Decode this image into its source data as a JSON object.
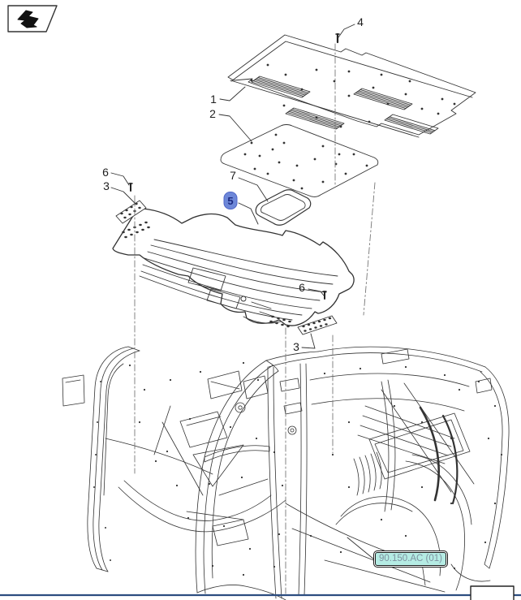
{
  "diagram": {
    "callouts": [
      {
        "ref": "4",
        "highlighted": false
      },
      {
        "ref": "1",
        "highlighted": false
      },
      {
        "ref": "2",
        "highlighted": false
      },
      {
        "ref": "6",
        "highlighted": false
      },
      {
        "ref": "3",
        "highlighted": false
      },
      {
        "ref": "7",
        "highlighted": false
      },
      {
        "ref": "5",
        "highlighted": true
      },
      {
        "ref": "6",
        "highlighted": false
      },
      {
        "ref": "3",
        "highlighted": false
      }
    ],
    "selected_callout": "5",
    "highlight_colors": {
      "background": "#6d87d8",
      "border": "#5066c8",
      "text": "#1c2a80"
    }
  },
  "reference_tag": {
    "label": "90.150.AC (01)",
    "background": "#b5ece4",
    "border_color": "#1a1a1a",
    "text_color": "#7e92a0"
  },
  "icons": {
    "nav_icon": "sheet-metal-part-icon"
  },
  "page": {
    "background": "#ffffff",
    "line_color": "#333333",
    "footer_rule_color": "#2c4d80"
  }
}
